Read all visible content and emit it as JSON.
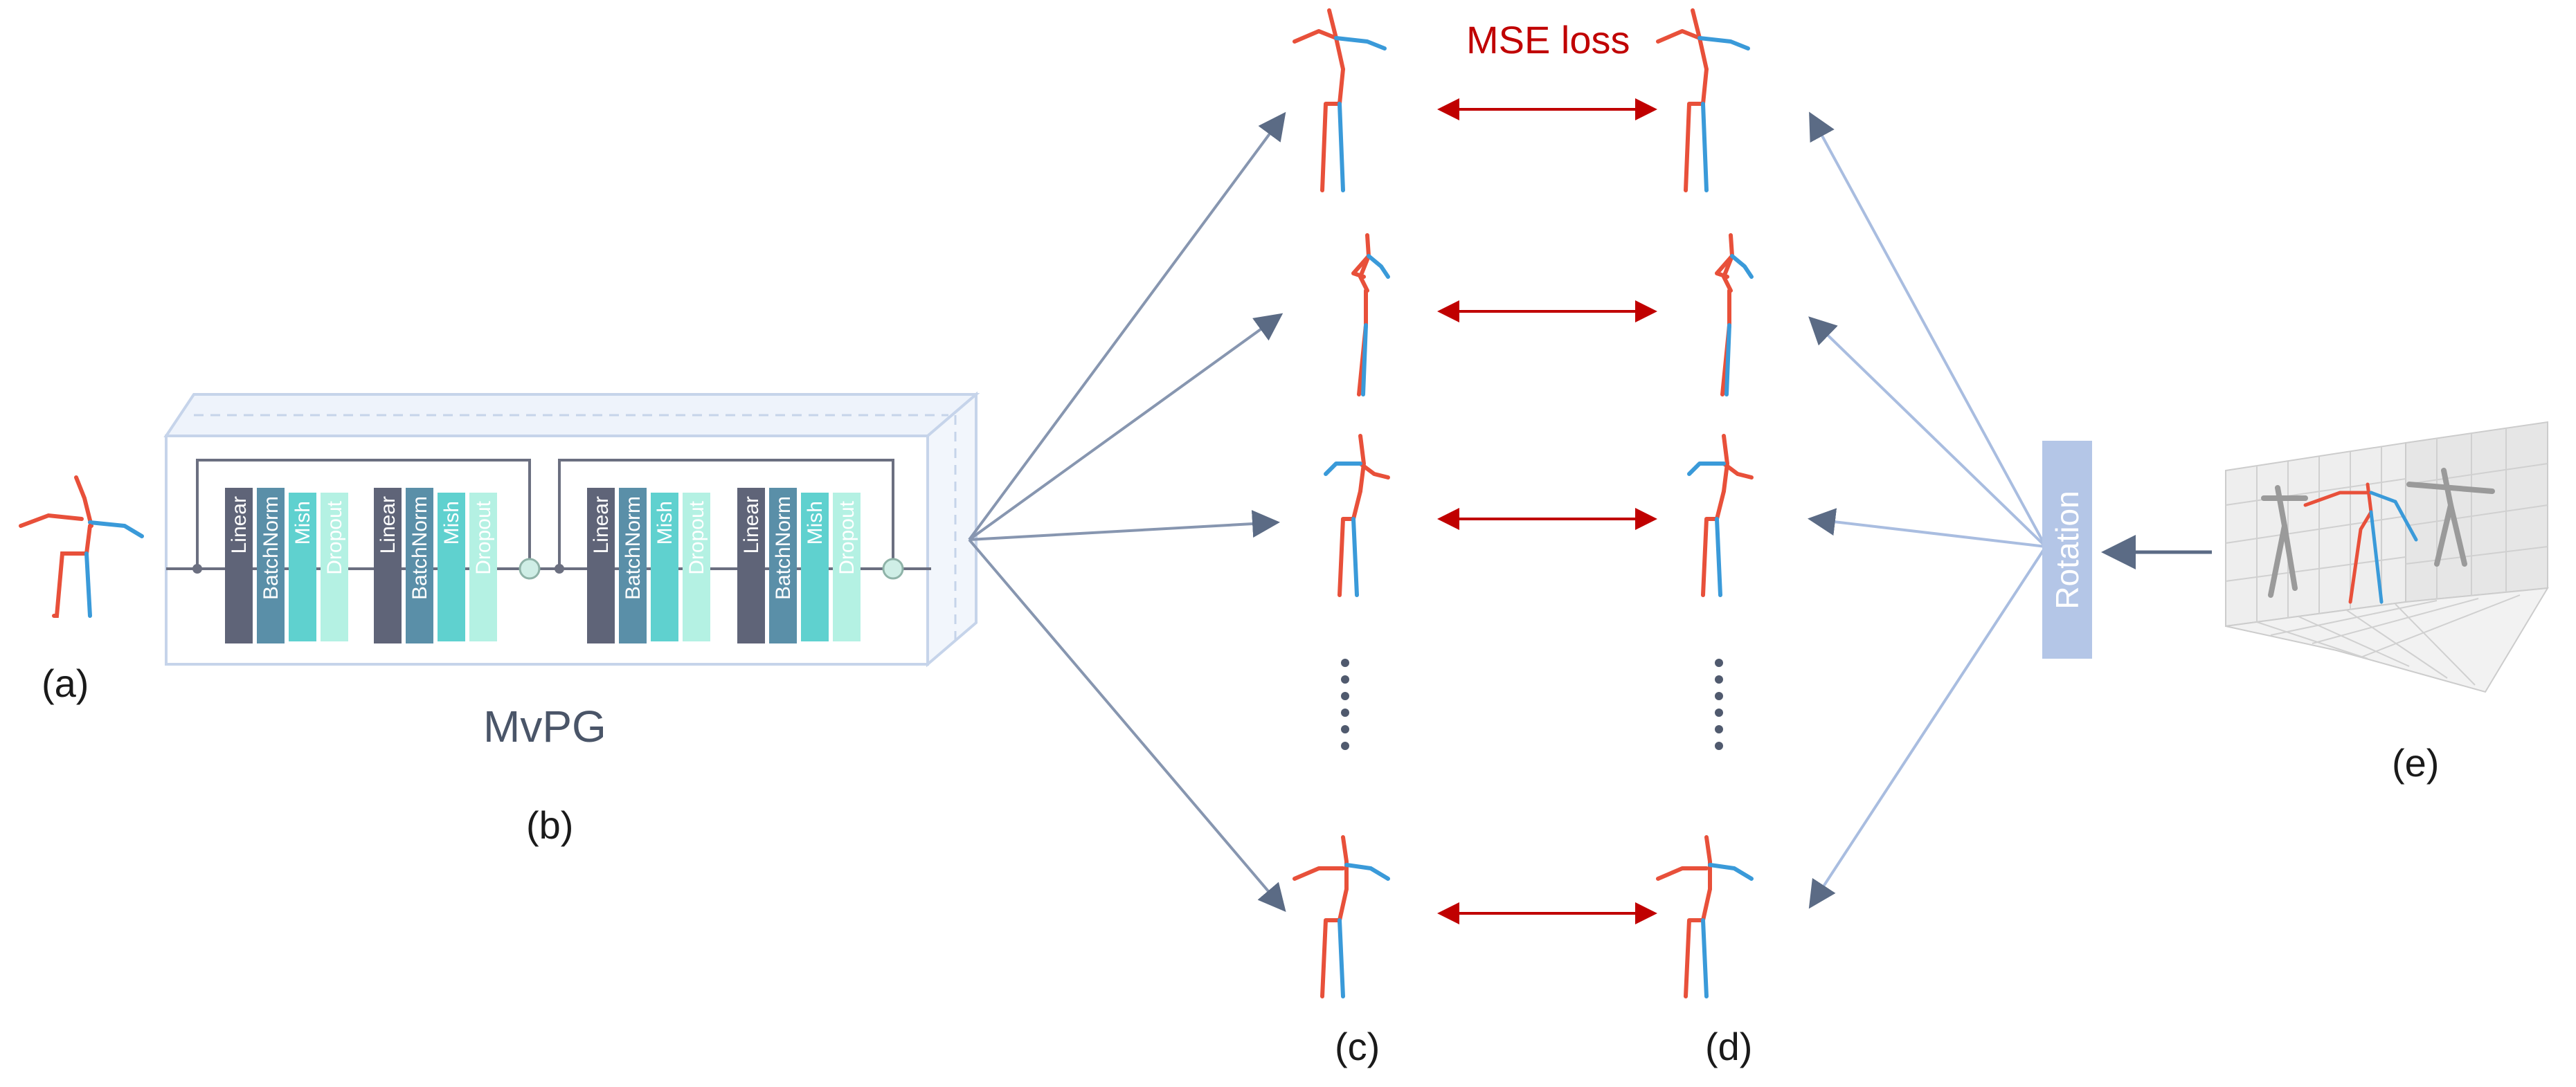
{
  "labels": {
    "a": "(a)",
    "b": "(b)",
    "c": "(c)",
    "d": "(d)",
    "e": "(e)"
  },
  "mvpg_title": "MvPG",
  "mse_label": "MSE loss",
  "rotation_label": "Rotation",
  "blocks": [
    {
      "name": "block-1",
      "layers": [
        "Linear",
        "BatchNorm",
        "Mish",
        "Dropout"
      ]
    },
    {
      "name": "block-2",
      "layers": [
        "Linear",
        "BatchNorm",
        "Mish",
        "Dropout"
      ]
    },
    {
      "name": "block-3",
      "layers": [
        "Linear",
        "BatchNorm",
        "Mish",
        "Dropout"
      ]
    },
    {
      "name": "block-4",
      "layers": [
        "Linear",
        "BatchNorm",
        "Mish",
        "Dropout"
      ]
    }
  ],
  "layer_colors": {
    "Linear": "#5f6478",
    "BatchNorm": "#5a8fa8",
    "Mish": "#5fd1cf",
    "Dropout": "#b4f1e3"
  },
  "colors": {
    "pose_red": "#e8503a",
    "pose_blue": "#3a9ad9",
    "loss_arrow": "#c00000",
    "flow_arrow": "#5b6b85",
    "rotation_box": "#b4c6e7",
    "mvpg_box": "#c6d4ea"
  }
}
